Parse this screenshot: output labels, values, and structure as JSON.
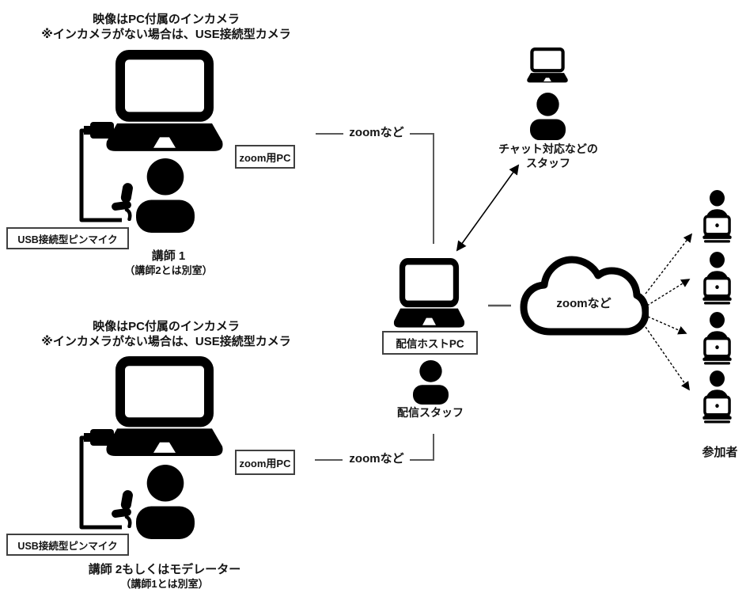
{
  "lecturer1": {
    "note_line1": "映像はPC付属のインカメラ",
    "note_line2": "※インカメラがない場合は、USE接続型カメラ",
    "mic_label": "USB接続型ピンマイク",
    "pc_label": "zoom用PC",
    "link_label": "zoomなど",
    "name_line1": "講師 1",
    "name_line2": "（講師2とは別室）"
  },
  "lecturer2": {
    "note_line1": "映像はPC付属のインカメラ",
    "note_line2": "※インカメラがない場合は、USE接続型カメラ",
    "mic_label": "USB接続型ピンマイク",
    "pc_label": "zoom用PC",
    "link_label": "zoomなど",
    "name_line1": "講師 2もしくはモデレーター",
    "name_line2": "（講師1とは別室）"
  },
  "chat_staff": {
    "label_line1": "チャット対応などの",
    "label_line2": "スタッフ"
  },
  "host": {
    "pc_label": "配信ホストPC",
    "staff_label": "配信スタッフ"
  },
  "cloud": {
    "label": "zoomなど"
  },
  "participants": {
    "label": "参加者",
    "count": 4
  },
  "colors": {
    "icon": "#000000",
    "connector": "#595959",
    "arrow": "#000000",
    "box_border": "#404040"
  }
}
